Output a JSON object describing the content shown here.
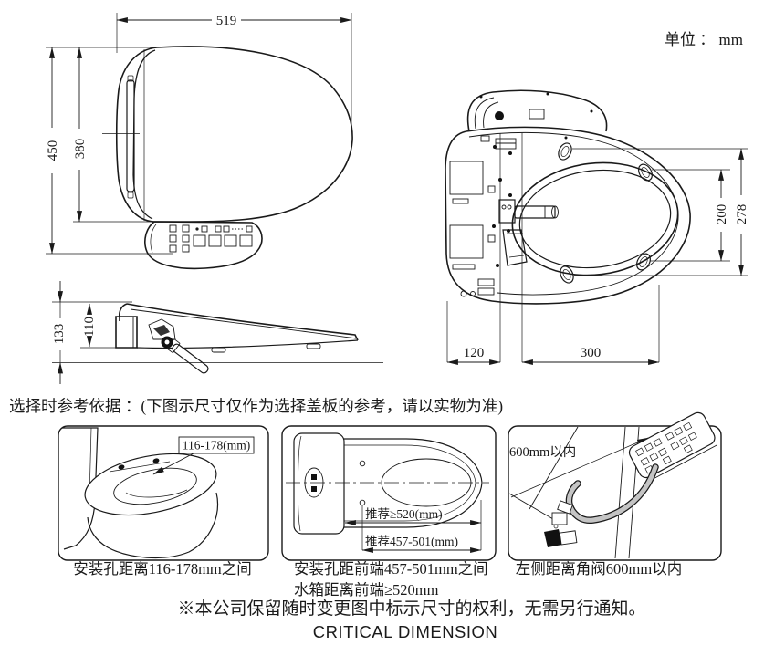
{
  "unit_label": "单位 ： mm",
  "top_view": {
    "width": "519",
    "depth_total": "450",
    "depth_lid": "380"
  },
  "bottom_view": {
    "hole_span_outer": "278",
    "hole_span_inner": "200",
    "back_offset": "120",
    "hole_to_front": "300"
  },
  "side_view": {
    "height_total": "133",
    "height_body": "110"
  },
  "reference_note": "选择时参考依据 ：(下图示尺寸仅作为选择盖板的参考，请以实物为准)",
  "panels": {
    "hole_distance": {
      "callout": "116-178(mm)",
      "caption": "安装孔距离116-178mm之间"
    },
    "front_distance": {
      "callout_tank": "推荐≥520(mm)",
      "callout_holes": "推荐457-501(mm)",
      "caption_line1": "安装孔距前端457-501mm之间",
      "caption_line2": "水箱距离前端≥520mm"
    },
    "valve_distance": {
      "callout": "600mm以内",
      "caption": "左侧距离角阀600mm以内"
    }
  },
  "footer": {
    "disclaimer": "※本公司保留随时变更图中标示尺寸的权利，无需另行通知。",
    "title": "CRITICAL DIMENSION"
  }
}
